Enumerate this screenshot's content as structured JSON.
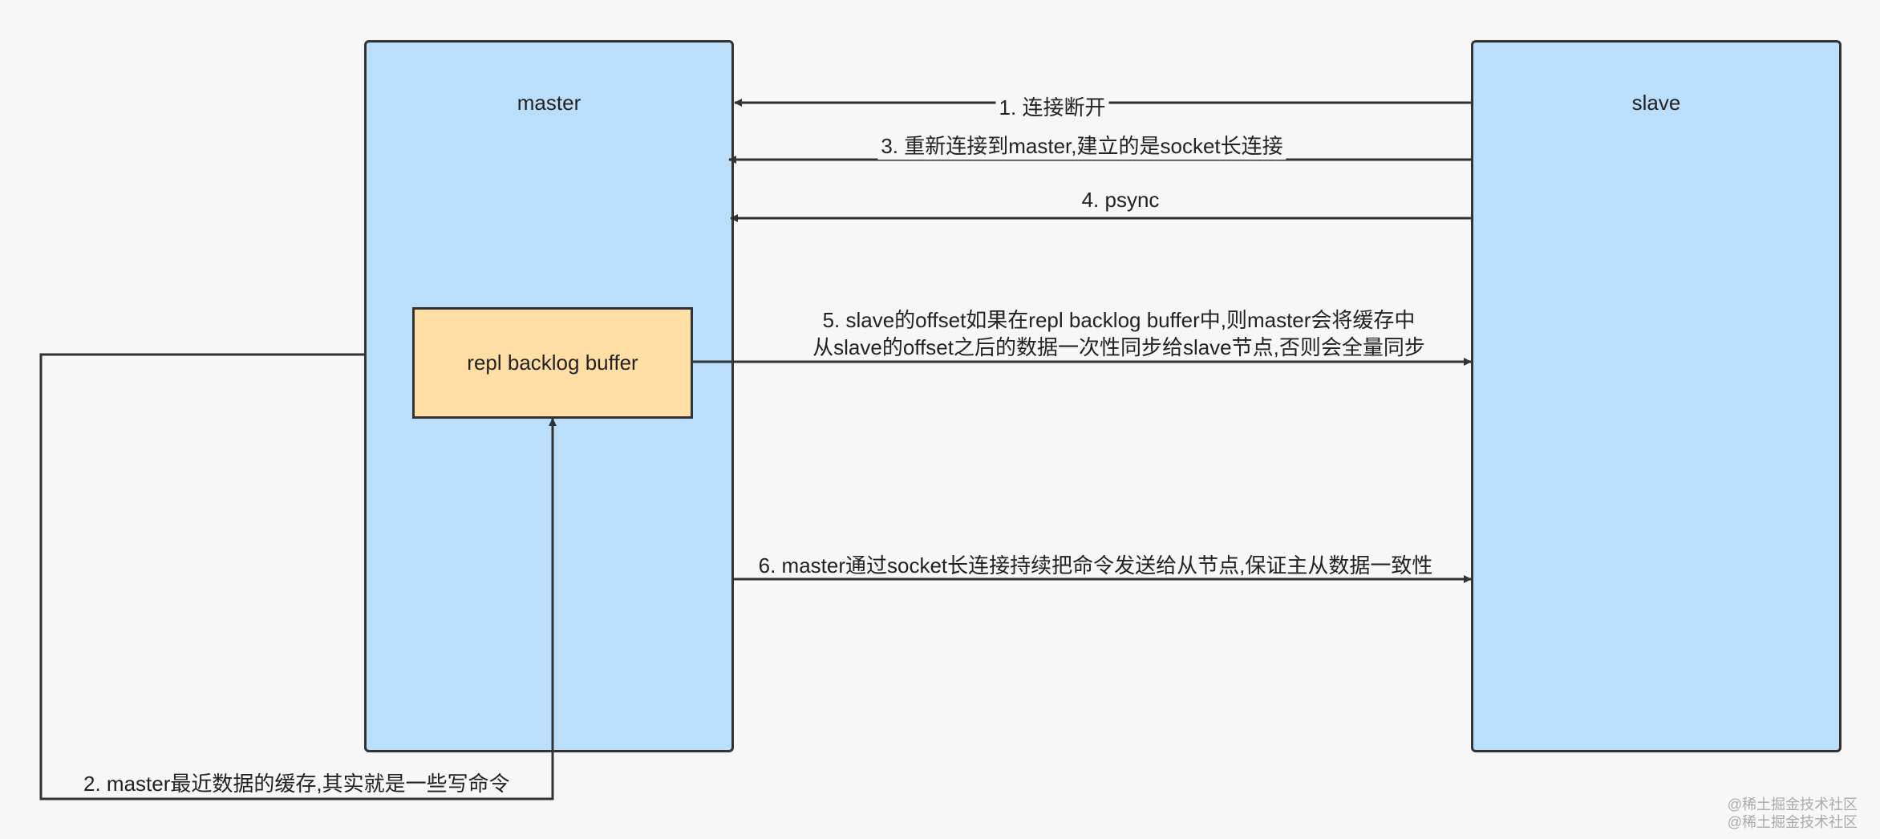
{
  "nodes": {
    "master": "master",
    "slave": "slave",
    "buffer": "repl backlog buffer"
  },
  "edges": {
    "e1": "1. 连接断开",
    "e2": "2. master最近数据的缓存,其实就是一些写命令",
    "e3": "3. 重新连接到master,建立的是socket长连接",
    "e4": "4. psync",
    "e5_line1": "5. slave的offset如果在repl backlog buffer中,则master会将缓存中",
    "e5_line2": "从slave的offset之后的数据一次性同步给slave节点,否则会全量同步",
    "e6": "6. master通过socket长连接持续把命令发送给从节点,保证主从数据一致性"
  },
  "watermark": "@稀土掘金技术社区",
  "colors": {
    "box_fill": "#bbdefb",
    "buffer_fill": "#ffdfa6",
    "stroke": "#333333",
    "background": "#f7f7f7"
  }
}
